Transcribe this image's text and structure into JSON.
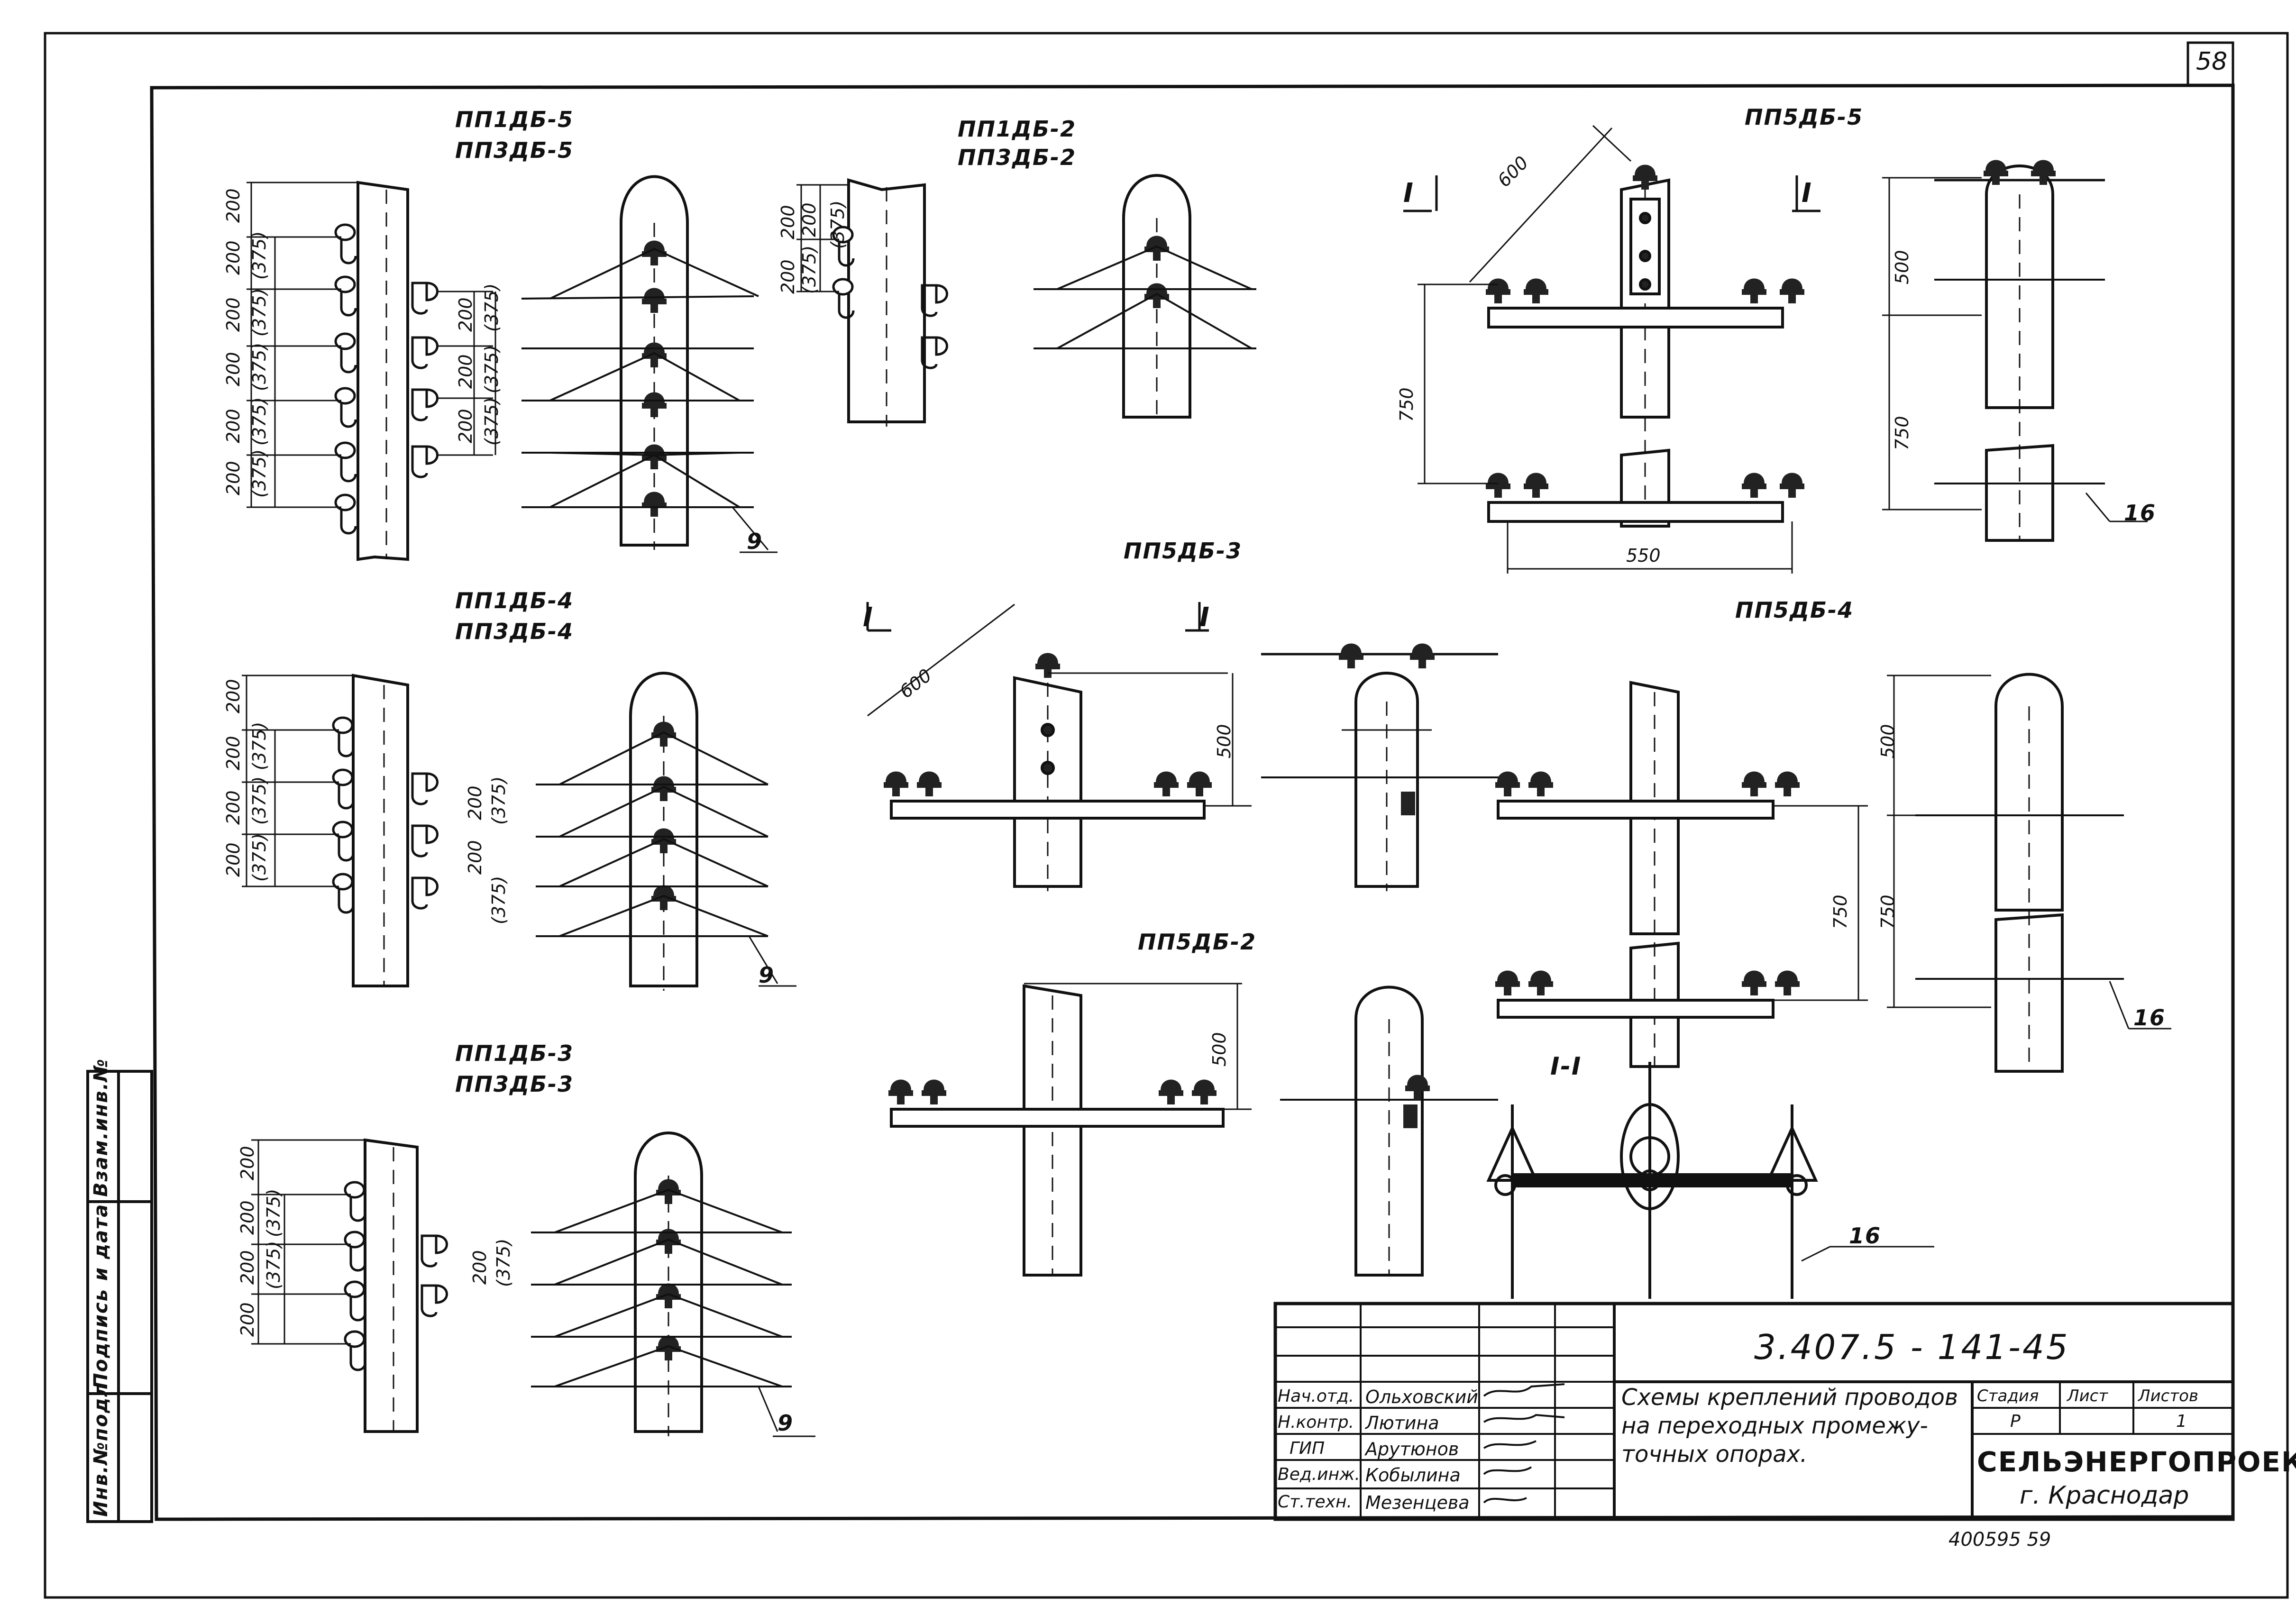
{
  "sheet_number": "58",
  "side_stamp": [
    "Взам.инв.№",
    "Подпись и дата",
    "Инв.№подл"
  ],
  "schemes": {
    "pp1db5": [
      "ПП1ДБ-5",
      "ПП3ДБ-5"
    ],
    "pp1db2": [
      "ПП1ДБ-2",
      "ПП3ДБ-2"
    ],
    "pp5db5": "ПП5ДБ-5",
    "pp1db4": [
      "ПП1ДБ-4",
      "ПП3ДБ-4"
    ],
    "pp5db3": "ПП5ДБ-3",
    "pp5db4": "ПП5ДБ-4",
    "pp5db2": "ПП5ДБ-2",
    "pp1db3": [
      "ПП1ДБ-3",
      "ПП3ДБ-3"
    ],
    "section": "I-I"
  },
  "dims": {
    "d200": "200",
    "d375": "(375)",
    "d600": "600",
    "d750": "750",
    "d550": "550",
    "d500": "500",
    "sec": "I",
    "ref9": "9",
    "ref16": "16"
  },
  "title_block": {
    "doc_code": "3.407.5 - 141-45",
    "title_lines": [
      "Схемы креплений проводов",
      "на переходных промежу-",
      "точных опорах."
    ],
    "roles": [
      "Нач.отд.",
      "Н.контр.",
      "ГИП",
      "Вед.инж.",
      "Ст.техн."
    ],
    "names": [
      "Ольховский",
      "Лютина",
      "Арутюнов",
      "Кобылина",
      "Мезенцева"
    ],
    "stage_header": "Стадия",
    "sheet_header": "Лист",
    "sheets_header": "Листов",
    "stage": "Р",
    "sheet": "",
    "sheets": "1",
    "org": "СЕЛЬЭНЕРГОПРОЕКТ",
    "city": "г. Краснодар"
  },
  "footer_code": "400595  59"
}
